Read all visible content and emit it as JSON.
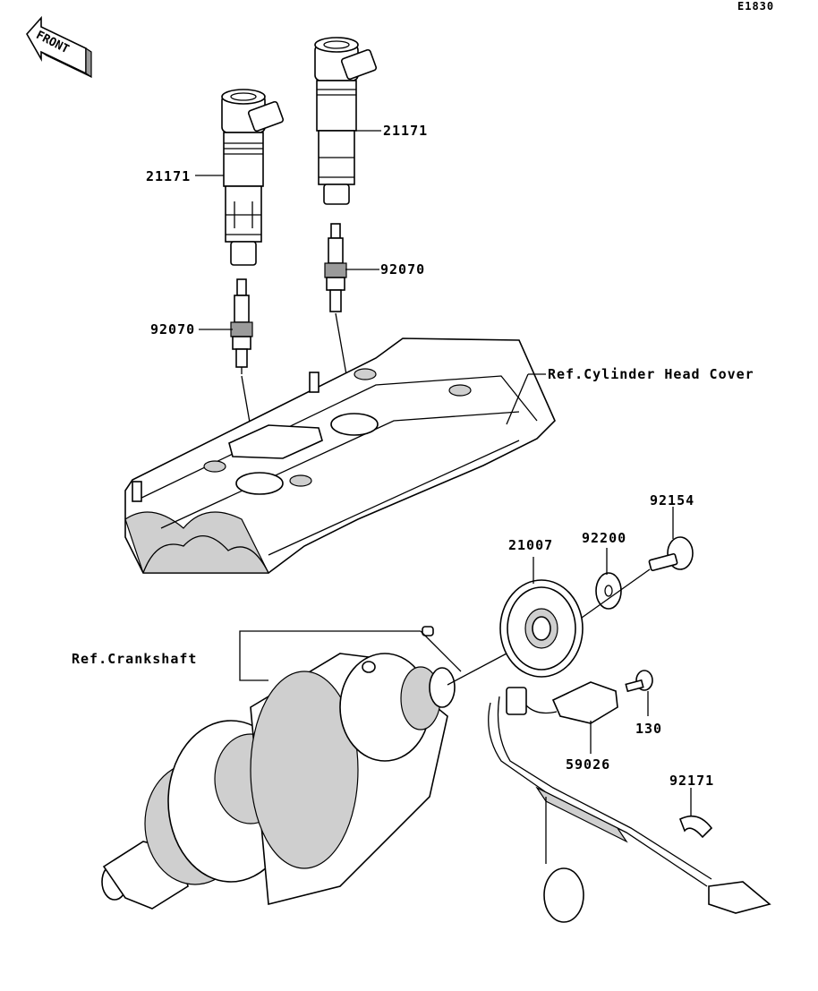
{
  "diagram_code": "E1830",
  "front_badge": "FRONT",
  "parts": {
    "coil_left": "21171",
    "coil_right": "21171",
    "plug_left": "92070",
    "plug_right": "92070",
    "cylinder_head_cover": "Ref.Cylinder Head Cover",
    "crankshaft": "Ref.Crankshaft",
    "rotor": "21007",
    "washer": "92200",
    "rotor_bolt": "92154",
    "pickup_bolt": "130",
    "pickup_coil": "59026",
    "clamp": "92171"
  }
}
